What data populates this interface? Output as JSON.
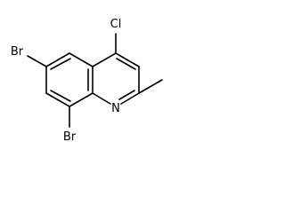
{
  "molecule": {
    "atoms": {
      "chloro": "Cl",
      "bromo_6": "Br",
      "bromo_8": "Br",
      "nitrogen": "N"
    }
  },
  "colors": {
    "bond": "#000000",
    "label": "#000000",
    "background": "#ffffff"
  }
}
